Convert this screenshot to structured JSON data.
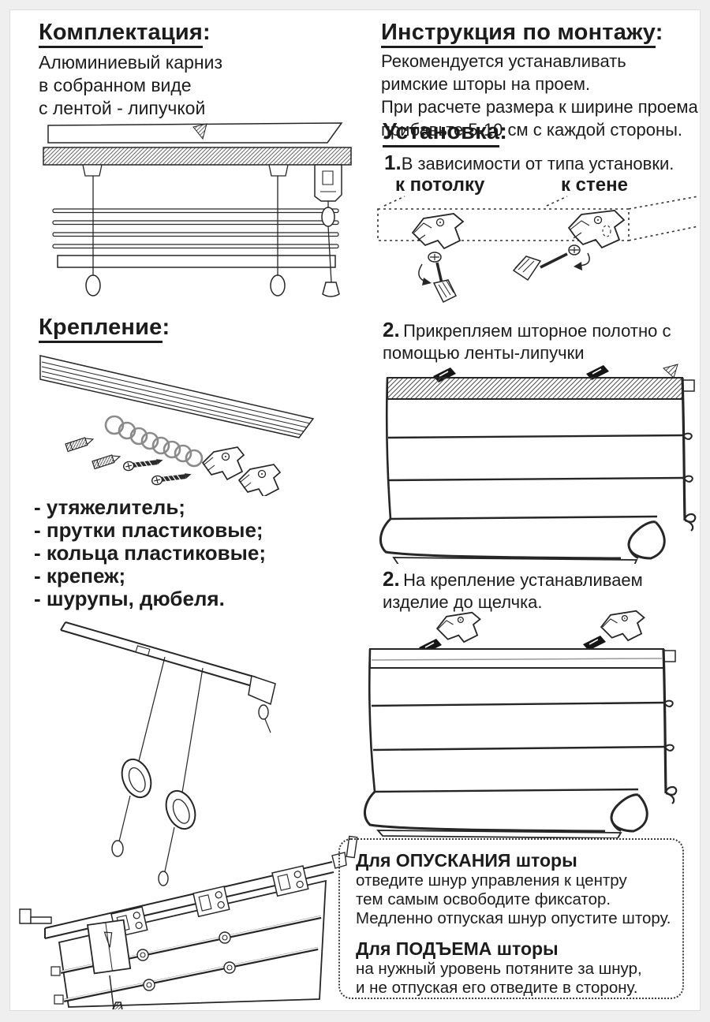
{
  "page": {
    "bg": "#efefef",
    "sheet_bg": "#ffffff",
    "ink": "#1c1c1c"
  },
  "left": {
    "kit": {
      "title": "Комплектация",
      "colon": ":",
      "lines": [
        "Алюминиевый карниз",
        "в собранном виде",
        "с лентой - липучкой"
      ]
    },
    "fastening": {
      "title": "Крепление",
      "colon": ":"
    },
    "parts": [
      "- утяжелитель;",
      "- прутки пластиковые;",
      "- кольца пластиковые;",
      "- крепеж;",
      "- шурупы, дюбеля."
    ]
  },
  "right": {
    "manual": {
      "title": "Инструкция по монтажу",
      "colon": ":",
      "lines": [
        "Рекомендуется устанавливать",
        "римские шторы на проем.",
        "При расчете размера к ширине проема",
        "прибавьте 5-10 см с каждой стороны."
      ]
    },
    "setup": {
      "title": "Установка",
      "colon": ":"
    },
    "step1": {
      "num": "1.",
      "text": "В зависимости от типа установки."
    },
    "mount_labels": {
      "ceiling": "к потолку",
      "wall": "к стене"
    },
    "step2a": {
      "num": "2.",
      "text": "Прикрепляем шторное полотно с помощью ленты-липучки"
    },
    "step2b": {
      "num": "2.",
      "text": "На крепление устанавливаем изделие до щелчка."
    },
    "note": {
      "down_title": "Для ОПУСКАНИЯ шторы",
      "down_lines": [
        "отведите шнур управления к центру",
        "тем самым освободите фиксатор.",
        "Медленно отпуская шнур опустите штору."
      ],
      "up_title": "Для ПОДЪЕМА шторы",
      "up_lines": [
        "на нужный уровень потяните за шнур,",
        "и не отпуская его отведите в сторону."
      ]
    }
  },
  "illustrations": {
    "cornice": "алюминиевый карниз в сборе",
    "kit": "кольца, дюбеля, шурупы, крепеж",
    "assembly": "карниз с кольцами и полотном",
    "install_type": "крепление к потолку и к стене",
    "blind_velcro": "полотно на ленте-липучке",
    "blind_mounted": "изделие на креплении"
  }
}
